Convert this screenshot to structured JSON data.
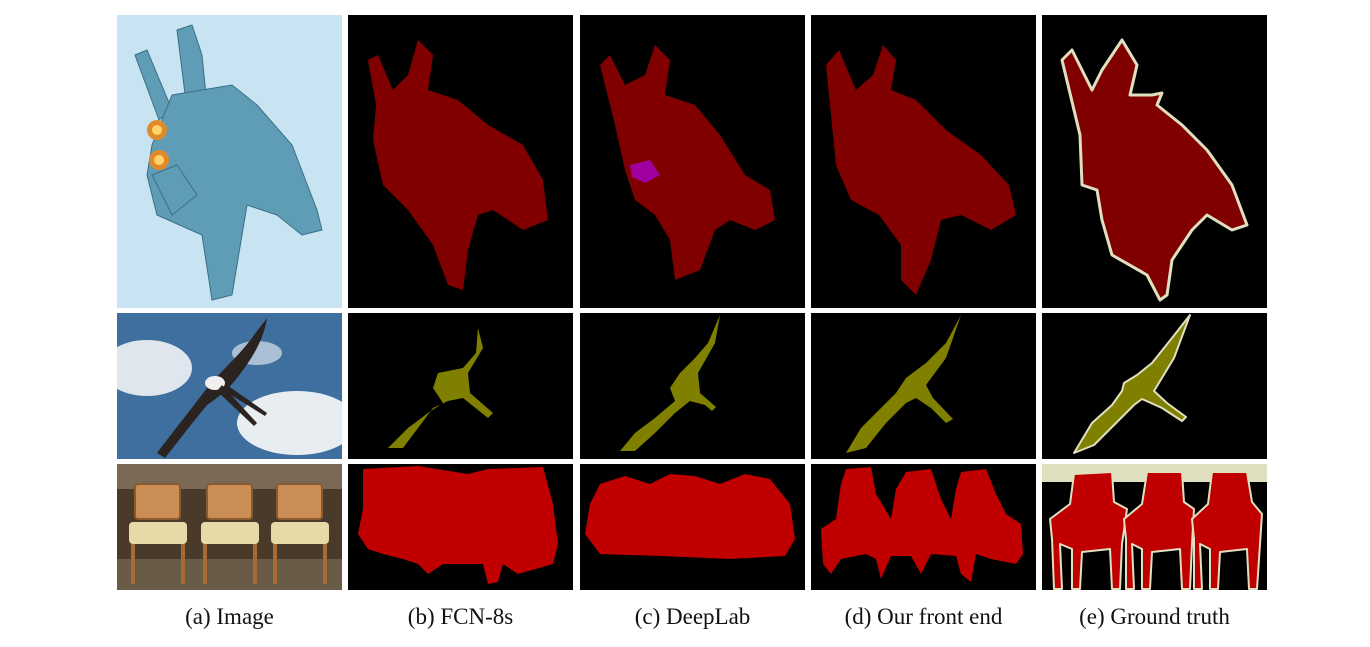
{
  "figure": {
    "columns": [
      {
        "key": "image",
        "caption": "(a) Image"
      },
      {
        "key": "fcn",
        "caption": "(b) FCN-8s"
      },
      {
        "key": "deeplab",
        "caption": "(c) DeepLab"
      },
      {
        "key": "front",
        "caption": "(d) Our front end"
      },
      {
        "key": "gt",
        "caption": "(e) Ground truth"
      }
    ],
    "rows": [
      "airplane",
      "bird",
      "chairs"
    ]
  },
  "colors": {
    "background": "#000000",
    "airplane": "#800000",
    "bird": "#808000",
    "chair": "#c00000",
    "boundary": "#e0dfc0",
    "misclass": "#a000a0"
  }
}
